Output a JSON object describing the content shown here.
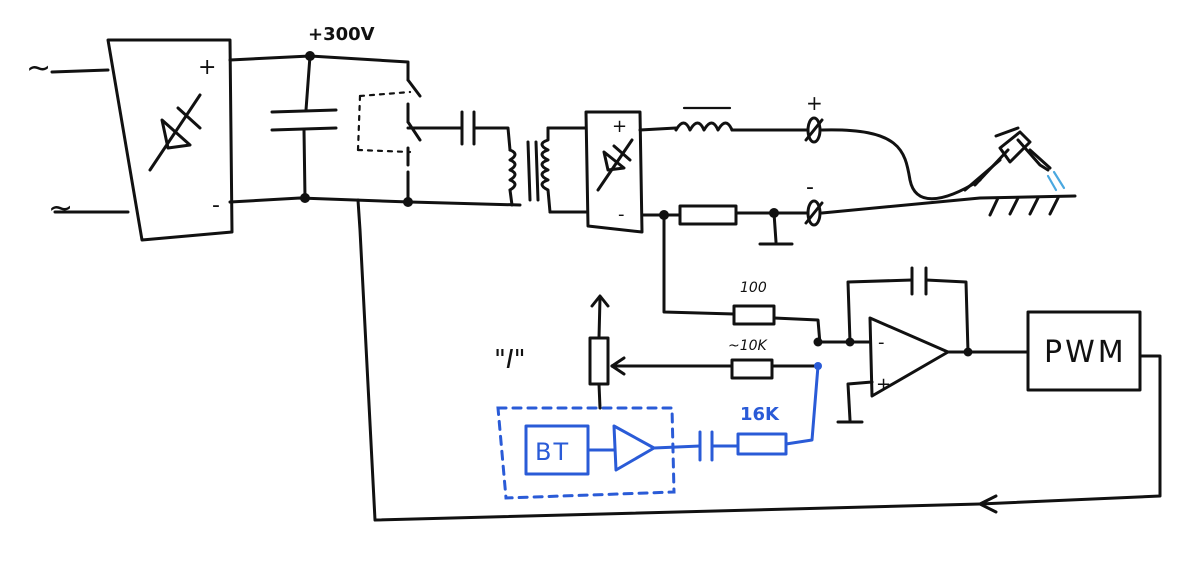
{
  "labels": {
    "ac_top": "~",
    "ac_bottom": "~",
    "rect1_plus": "+",
    "rect1_minus": "-",
    "bus_voltage": "+300V",
    "rect2_plus": "+",
    "rect2_minus": "-",
    "out_plus": "+",
    "out_minus": "-",
    "r_100": "100",
    "r_10k": "~10K",
    "r_16k": "16K",
    "current_set": "\"I\"",
    "opamp_minus": "-",
    "opamp_plus": "+",
    "pwm": "PWM",
    "bt": "BT"
  },
  "colors": {
    "ink": "#111111",
    "bluetooth": "#2a5bd7",
    "water": "#4aa8e0"
  }
}
